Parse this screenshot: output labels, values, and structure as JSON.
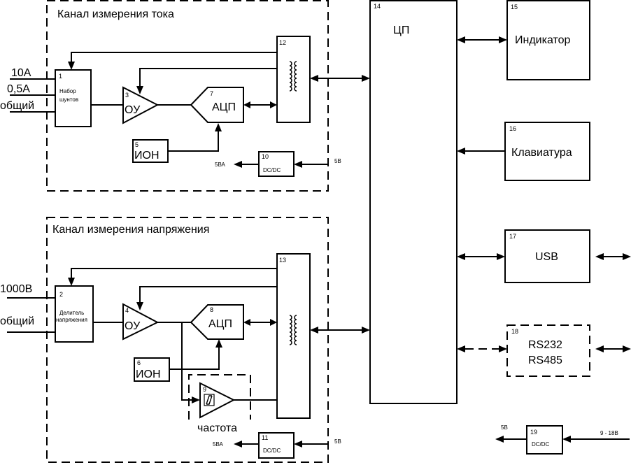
{
  "channels": {
    "current_title": "Канал измерения тока",
    "voltage_title": "Канал измерения напряжения"
  },
  "inputs": {
    "i10": "10A",
    "i05": "0,5A",
    "common_current": "общий",
    "v1000": "1000В",
    "common_voltage": "общий"
  },
  "blocks": {
    "b1": {
      "num": "1",
      "line1": "Набор",
      "line2": "шунтов"
    },
    "b2": {
      "num": "2",
      "line1": "Делитель",
      "line2": "напряжения"
    },
    "b3": {
      "num": "3",
      "label": "ОУ"
    },
    "b4": {
      "num": "4",
      "label": "ОУ"
    },
    "b5": {
      "num": "5",
      "label": "ИОН"
    },
    "b6": {
      "num": "6",
      "label": "ИОН"
    },
    "b7": {
      "num": "7",
      "label": "АЦП"
    },
    "b8": {
      "num": "8",
      "label": "АЦП"
    },
    "b9": {
      "num": "9",
      "caption": "частота"
    },
    "b10": {
      "num": "10",
      "label": "DC/DC"
    },
    "b11": {
      "num": "11",
      "label": "DC/DC"
    },
    "b12": {
      "num": "12"
    },
    "b13": {
      "num": "13"
    },
    "b14": {
      "num": "14",
      "label": "ЦП"
    },
    "b15": {
      "num": "15",
      "label": "Индикатор"
    },
    "b16": {
      "num": "16",
      "label": "Клавиатура"
    },
    "b17": {
      "num": "17",
      "label": "USB"
    },
    "b18": {
      "num": "18",
      "line1": "RS232",
      "line2": "RS485"
    },
    "b19": {
      "num": "19",
      "label": "DC/DC"
    }
  },
  "power": {
    "out_10": "5ВА",
    "in_10": "5В",
    "out_11": "5ВА",
    "in_11": "5В",
    "out_19": "5В",
    "in_19": "9 - 18В"
  }
}
